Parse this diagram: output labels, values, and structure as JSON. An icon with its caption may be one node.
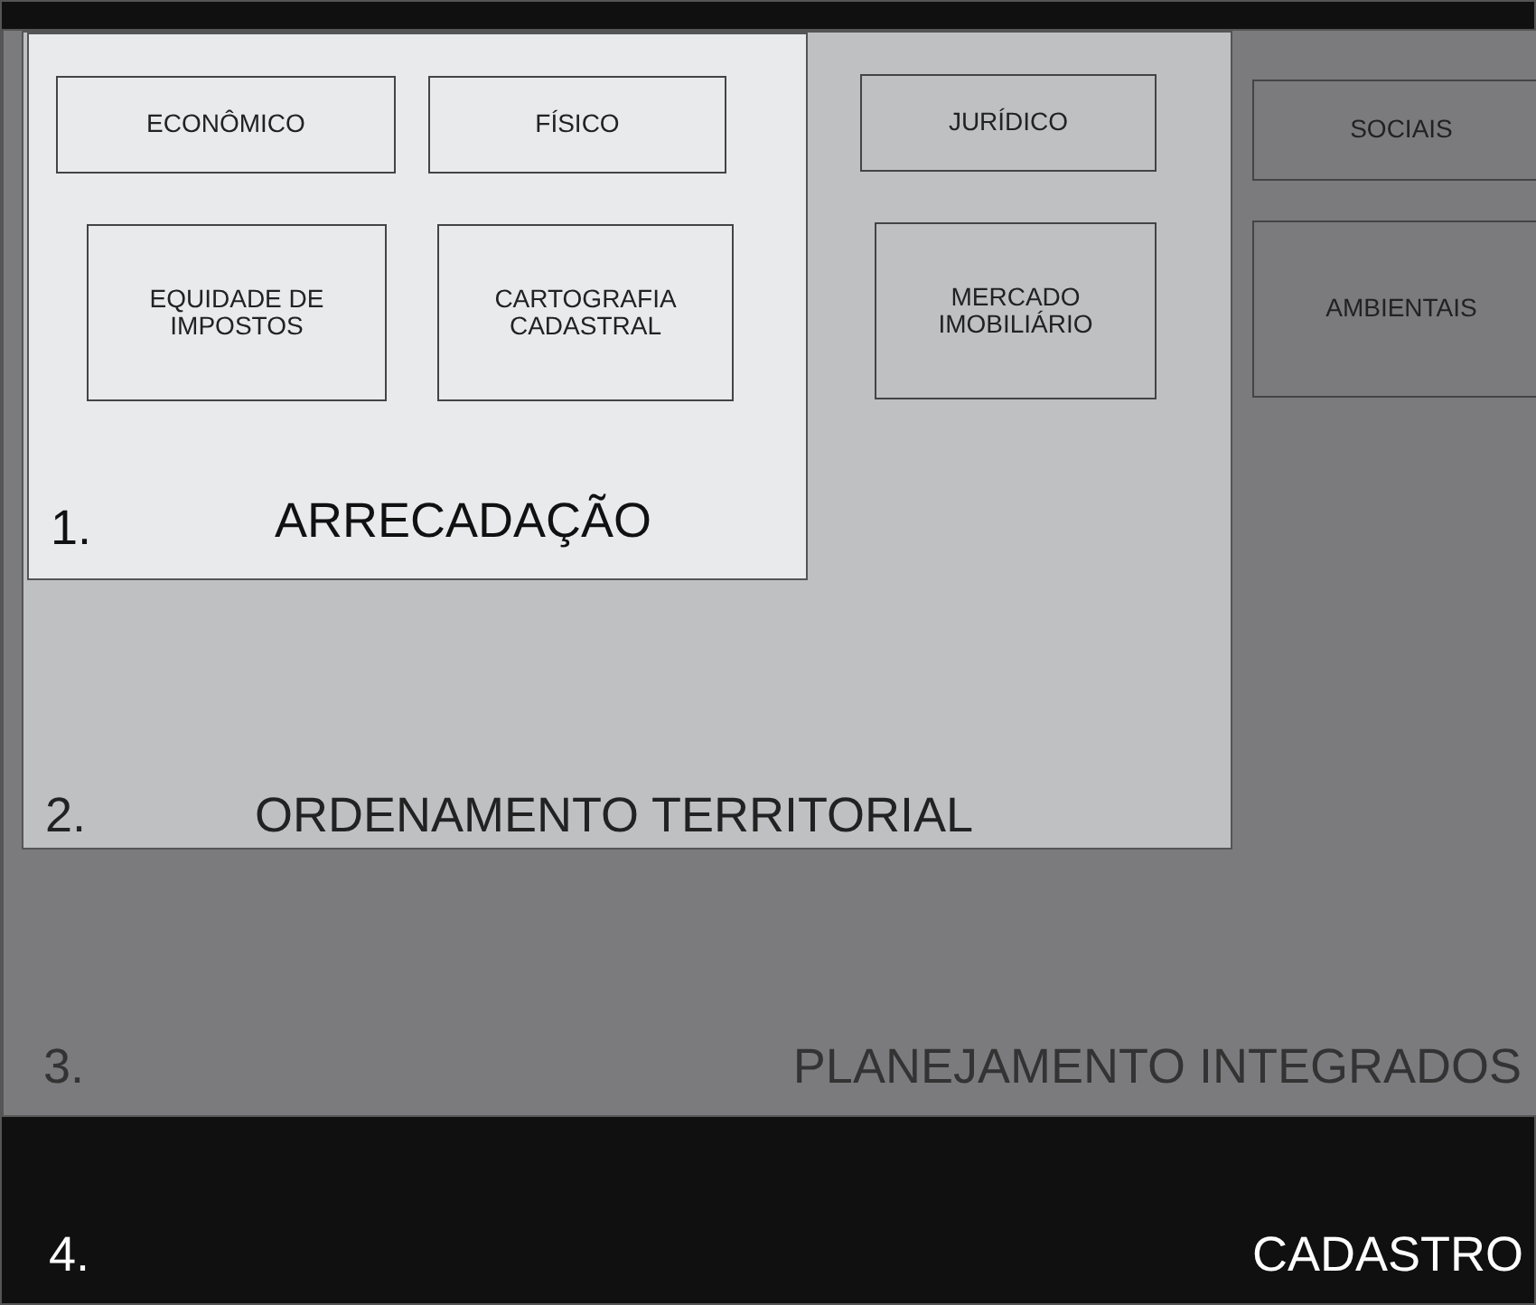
{
  "diagram": {
    "nodes": [
      {
        "text": [
          "4.",
          "CADASTRO"
        ]
      },
      {
        "text": [
          "3.",
          "PLANEJAMENTO INTEGRADOS"
        ],
        "in": 0
      },
      {
        "text": [
          "2.",
          "ORDENAMENTO TERRITORIAL"
        ],
        "in": 1
      },
      {
        "text": [
          "1.",
          "ARRECADAÇÃO"
        ],
        "in": 2
      },
      {
        "text": [
          "ECONÔMICO"
        ],
        "in": 3
      },
      {
        "text": [
          "FÍSICO"
        ],
        "in": 3
      },
      {
        "text": [
          "EQUIDADE DE IMPOSTOS"
        ],
        "in": 3
      },
      {
        "text": [
          "CARTOGRAFIA CADASTRAL"
        ],
        "in": 3
      },
      {
        "text": [
          "JURÍDICO"
        ],
        "in": 2
      },
      {
        "text": [
          "MERCADO IMOBILIÁRIO"
        ],
        "in": 2
      },
      {
        "text": [
          "SOCIAIS"
        ],
        "in": 1
      },
      {
        "text": [
          "AMBIENTAIS"
        ],
        "in": 1
      }
    ]
  }
}
